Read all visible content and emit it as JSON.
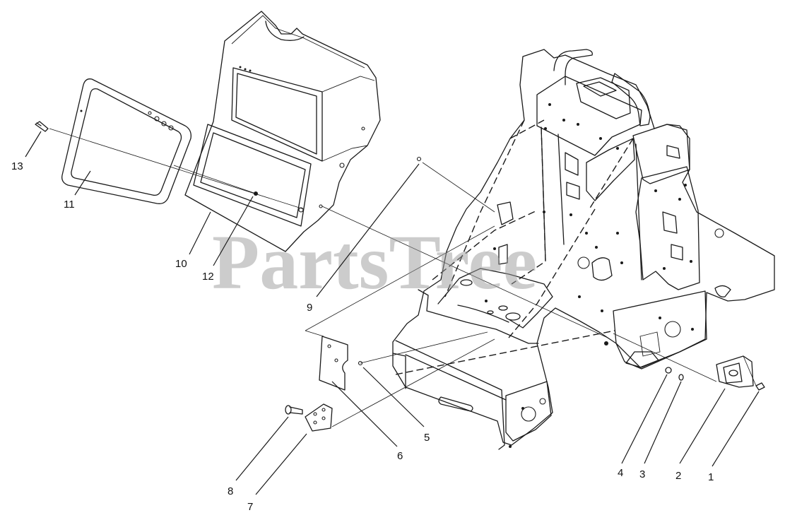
{
  "watermark": {
    "text": "PartsTree",
    "color": "#9a9a9a"
  },
  "callouts": [
    {
      "number": "1"
    },
    {
      "number": "2"
    },
    {
      "number": "3"
    },
    {
      "number": "4"
    },
    {
      "number": "5"
    },
    {
      "number": "6"
    },
    {
      "number": "7"
    },
    {
      "number": "8"
    },
    {
      "number": "9"
    },
    {
      "number": "10"
    },
    {
      "number": "11"
    },
    {
      "number": "12"
    },
    {
      "number": "13"
    }
  ]
}
